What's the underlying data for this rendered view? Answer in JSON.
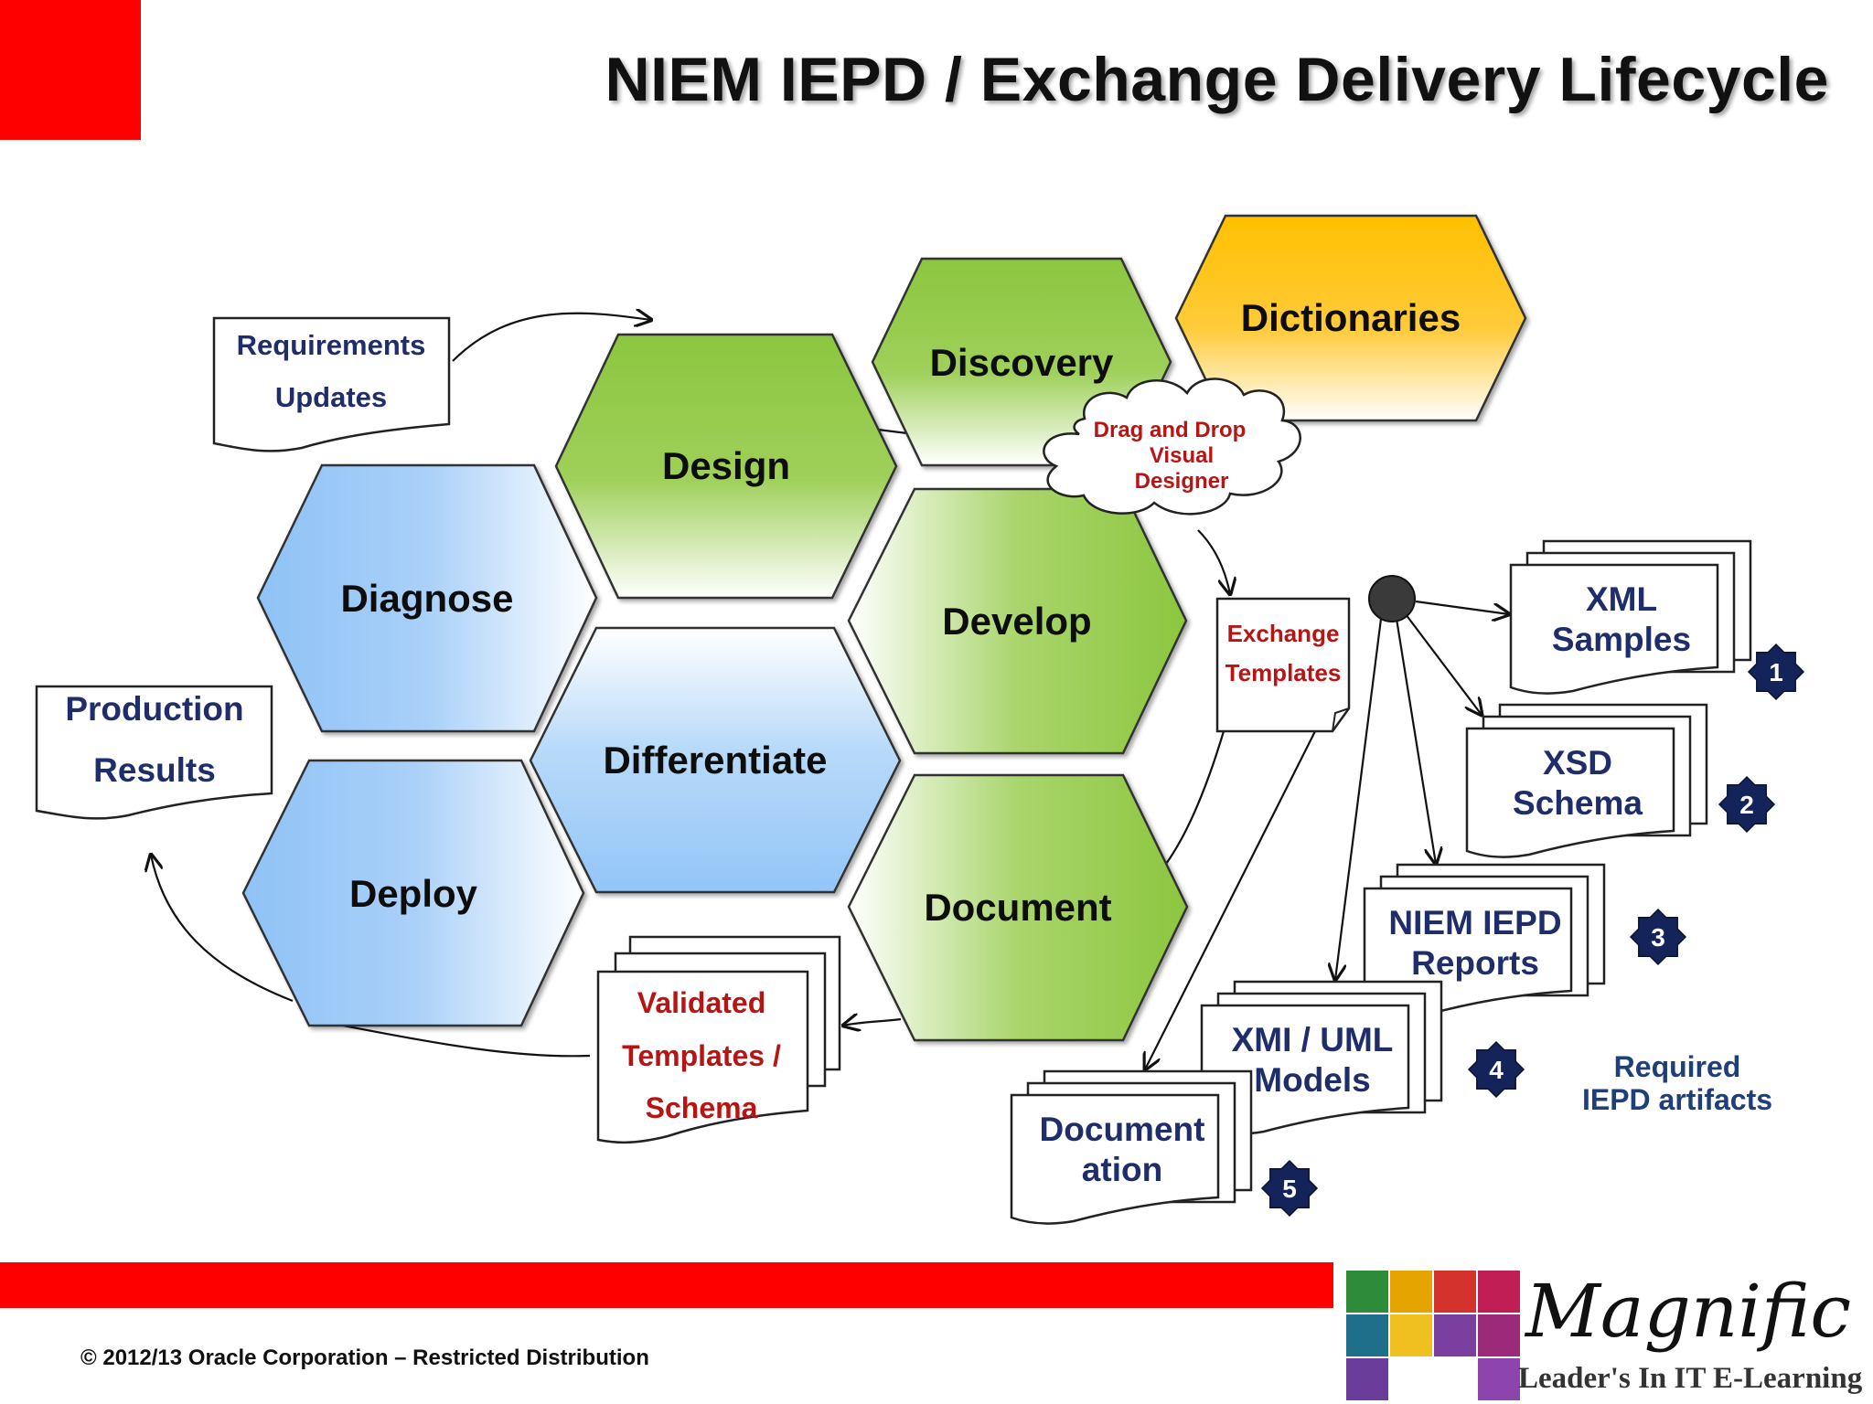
{
  "title": "NIEM IEPD / Exchange Delivery Lifecycle",
  "hexagons": {
    "discovery": "Discovery",
    "dictionaries": "Dictionaries",
    "design": "Design",
    "diagnose": "Diagnose",
    "develop": "Develop",
    "differentiate": "Differentiate",
    "deploy": "Deploy",
    "document": "Document"
  },
  "notes": {
    "requirements_updates": [
      "Requirements",
      "Updates"
    ],
    "production_results": [
      "Production",
      "Results"
    ],
    "exchange_templates": [
      "Exchange",
      "Templates"
    ],
    "validated_templates": [
      "Validated",
      "Templates /",
      "Schema"
    ]
  },
  "cloud": [
    "Drag and Drop",
    "Visual",
    "Designer"
  ],
  "artifacts": [
    {
      "lines": [
        "XML",
        "Samples"
      ],
      "badge": "1"
    },
    {
      "lines": [
        "XSD",
        "Schema"
      ],
      "badge": "2"
    },
    {
      "lines": [
        "NIEM IEPD",
        "Reports"
      ],
      "badge": "3"
    },
    {
      "lines": [
        "XMI / UML",
        "Models"
      ],
      "badge": "4"
    },
    {
      "lines": [
        "Document",
        "ation"
      ],
      "badge": "5"
    }
  ],
  "required_label": [
    "Required",
    "IEPD artifacts"
  ],
  "footer": {
    "copyright": "© 2012/13 Oracle Corporation – Restricted Distribution",
    "brand_name": "Magnific",
    "brand_tagline": "Leader's In IT E-Learning"
  },
  "colors": {
    "green_hex": "#8cc63f",
    "blue_hex": "#9ccaf9",
    "gold_hex": "#ffc000",
    "navy_text": "#1f2d6b",
    "red_text": "#b81414",
    "badge": "#14245a",
    "accent_red": "#ff0000"
  }
}
